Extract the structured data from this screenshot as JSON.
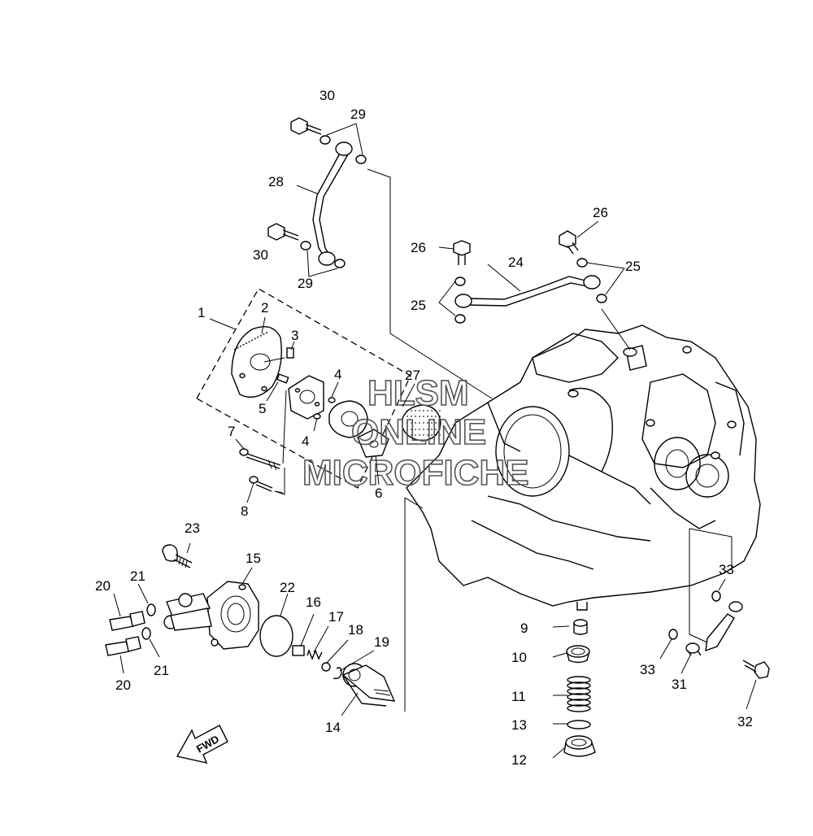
{
  "watermark": {
    "line1": "HLSM",
    "line2": "ONLINE",
    "line3": "MICROFICHE"
  },
  "direction_arrow": "FWD",
  "callouts": {
    "n1": "1",
    "n2": "2",
    "n3": "3",
    "n4a": "4",
    "n4b": "4",
    "n5": "5",
    "n6": "6",
    "n7": "7",
    "n8": "8",
    "n9": "9",
    "n10": "10",
    "n11": "11",
    "n12": "12",
    "n13": "13",
    "n14": "14",
    "n15": "15",
    "n16": "16",
    "n17": "17",
    "n18": "18",
    "n19": "19",
    "n20a": "20",
    "n20b": "20",
    "n21a": "21",
    "n21b": "21",
    "n22": "22",
    "n23": "23",
    "n24": "24",
    "n25a": "25",
    "n25b": "25",
    "n26a": "26",
    "n26b": "26",
    "n27": "27",
    "n28": "28",
    "n29a": "29",
    "n29b": "29",
    "n30a": "30",
    "n30b": "30",
    "n31": "31",
    "n32": "32",
    "n33a": "33",
    "n33b": "33"
  }
}
